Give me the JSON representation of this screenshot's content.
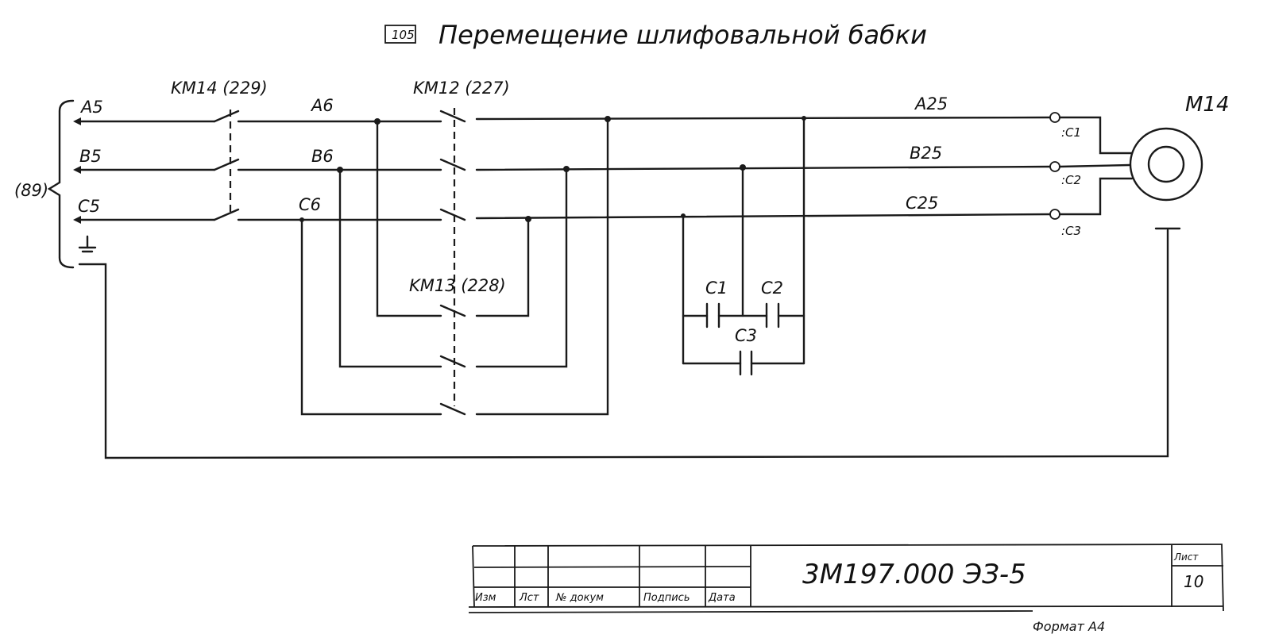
{
  "title": {
    "sheet_ref": "105",
    "text": "Перемещение шлифовальной бабки"
  },
  "labels": {
    "source_ref": "(89)",
    "inputs": [
      "A5",
      "B5",
      "C5"
    ],
    "km14": "KM14 (229)",
    "km12": "KM12 (227)",
    "km13": "KM13 (228)",
    "mid": [
      "A6",
      "B6",
      "C6"
    ],
    "out": [
      "A25",
      "B25",
      "C25"
    ],
    "caps": [
      "C1",
      "C2",
      "C3"
    ],
    "terminals": [
      ":C1",
      ":C2",
      ":C3"
    ],
    "motor": "M14"
  },
  "title_block": {
    "headers": [
      "Изм",
      "Лст",
      "№ докум",
      "Подпись",
      "Дата"
    ],
    "designation": "3М197.000 ЭЗ-5",
    "sheet_label": "Лист",
    "sheet_number": "10",
    "format": "Формат А4"
  }
}
